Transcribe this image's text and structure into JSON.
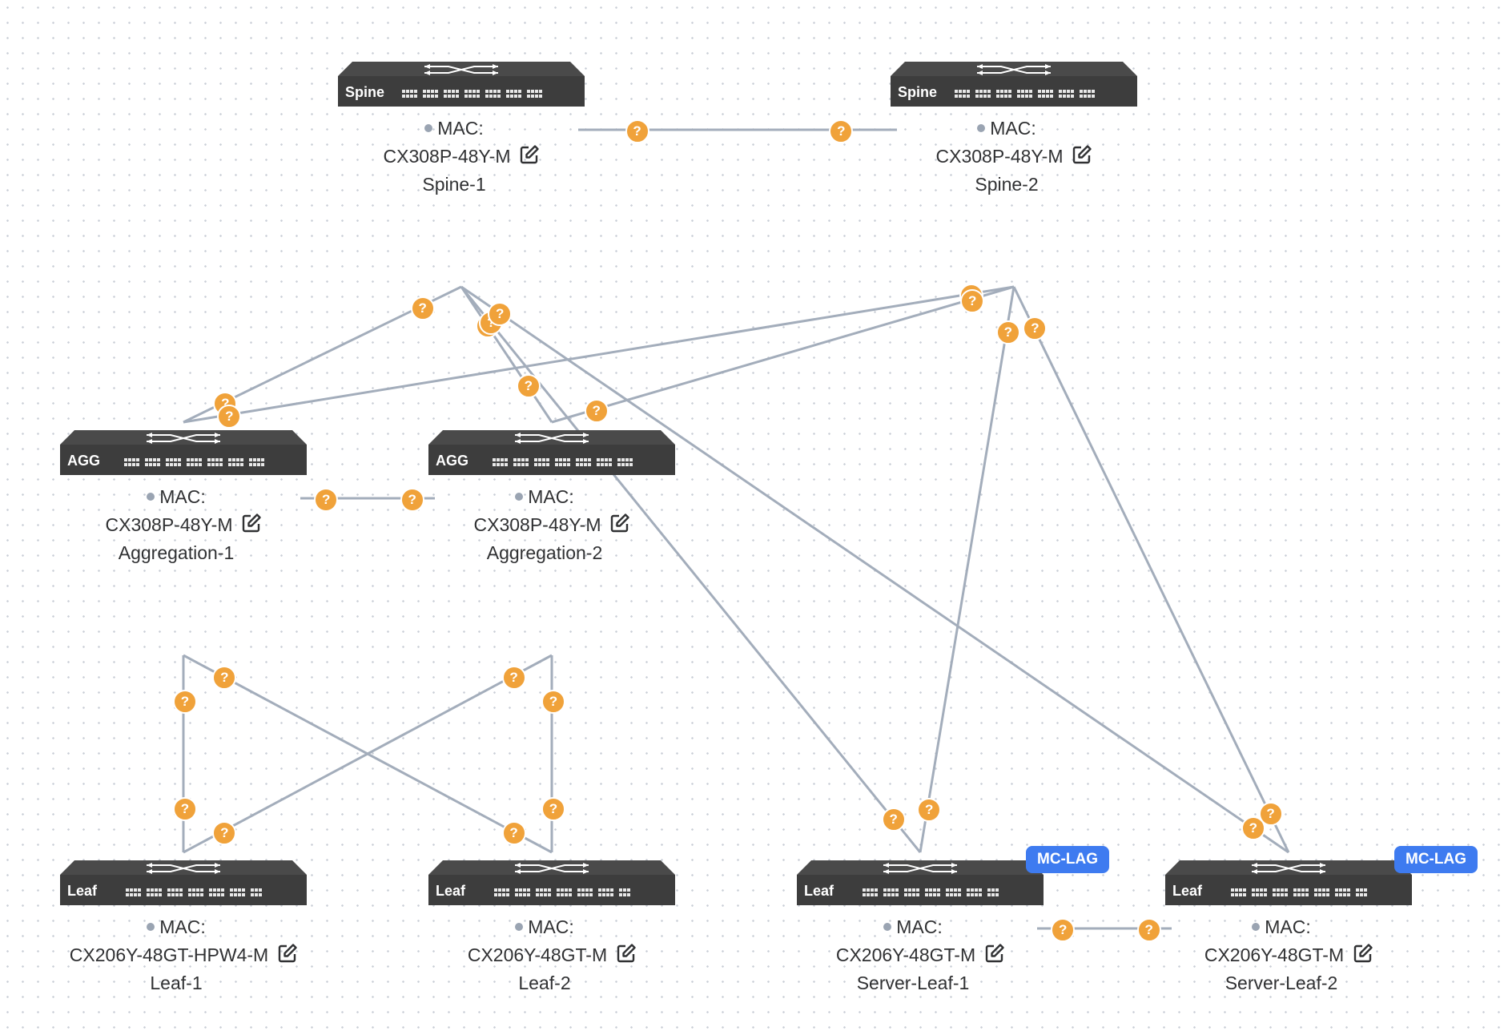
{
  "nodes": [
    {
      "id": "spine1",
      "type": "Spine",
      "mac_label": "MAC:",
      "model": "CX308P-48Y-M",
      "name": "Spine-1",
      "mclag": ""
    },
    {
      "id": "spine2",
      "type": "Spine",
      "mac_label": "MAC:",
      "model": "CX308P-48Y-M",
      "name": "Spine-2",
      "mclag": ""
    },
    {
      "id": "agg1",
      "type": "AGG",
      "mac_label": "MAC:",
      "model": "CX308P-48Y-M",
      "name": "Aggregation-1",
      "mclag": ""
    },
    {
      "id": "agg2",
      "type": "AGG",
      "mac_label": "MAC:",
      "model": "CX308P-48Y-M",
      "name": "Aggregation-2",
      "mclag": ""
    },
    {
      "id": "leaf1",
      "type": "Leaf",
      "mac_label": "MAC:",
      "model": "CX206Y-48GT-HPW4-M",
      "name": "Leaf-1",
      "mclag": ""
    },
    {
      "id": "leaf2",
      "type": "Leaf",
      "mac_label": "MAC:",
      "model": "CX206Y-48GT-M",
      "name": "Leaf-2",
      "mclag": ""
    },
    {
      "id": "sleaf1",
      "type": "Leaf",
      "mac_label": "MAC:",
      "model": "CX206Y-48GT-M",
      "name": "Server-Leaf-1",
      "mclag": "MC-LAG"
    },
    {
      "id": "sleaf2",
      "type": "Leaf",
      "mac_label": "MAC:",
      "model": "CX206Y-48GT-M",
      "name": "Server-Leaf-2",
      "mclag": "MC-LAG"
    }
  ],
  "links": [
    {
      "from": "spine1",
      "to": "spine2",
      "kind": "horizontal"
    },
    {
      "from": "agg1",
      "to": "agg2",
      "kind": "horizontal"
    },
    {
      "from": "sleaf1",
      "to": "sleaf2",
      "kind": "horizontal"
    },
    {
      "from": "spine1",
      "to": "agg1",
      "kind": "vertical"
    },
    {
      "from": "spine1",
      "to": "agg2",
      "kind": "vertical"
    },
    {
      "from": "spine1",
      "to": "sleaf1",
      "kind": "vertical"
    },
    {
      "from": "spine1",
      "to": "sleaf2",
      "kind": "vertical"
    },
    {
      "from": "spine2",
      "to": "agg1",
      "kind": "vertical"
    },
    {
      "from": "spine2",
      "to": "agg2",
      "kind": "vertical"
    },
    {
      "from": "spine2",
      "to": "sleaf1",
      "kind": "vertical"
    },
    {
      "from": "spine2",
      "to": "sleaf2",
      "kind": "vertical"
    },
    {
      "from": "agg1",
      "to": "leaf1",
      "kind": "vertical"
    },
    {
      "from": "agg1",
      "to": "leaf2",
      "kind": "vertical"
    },
    {
      "from": "agg2",
      "to": "leaf1",
      "kind": "vertical"
    },
    {
      "from": "agg2",
      "to": "leaf2",
      "kind": "vertical"
    }
  ],
  "link_status_symbol": "?",
  "colors": {
    "switch_body": "#3d3d3d",
    "link": "#a3adbb",
    "badge": "#f0a23a",
    "mclag": "#3e7bf0",
    "mac_dot": "#9aa4b2"
  },
  "icons": {
    "edit": "edit-icon",
    "switch": "network-switch-icon",
    "status": "question-mark-icon"
  }
}
